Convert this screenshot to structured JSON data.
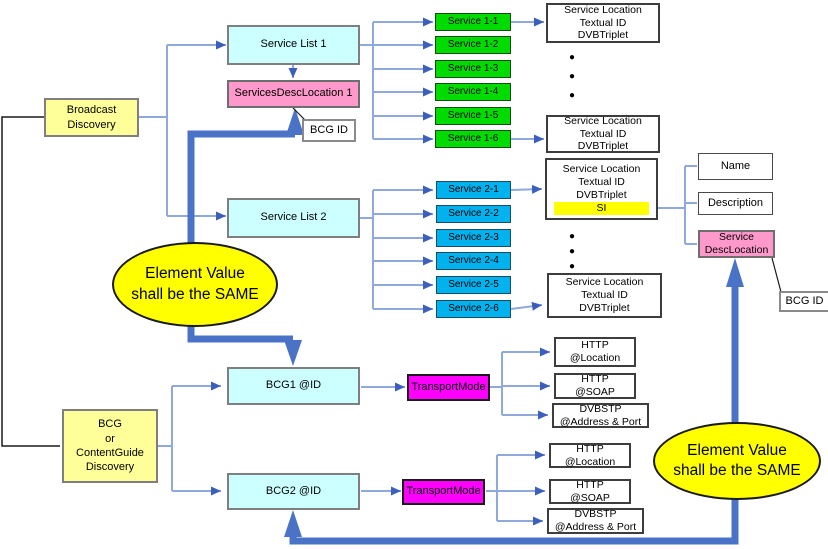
{
  "colors": {
    "cyan": "#CCFFFF",
    "yellow": "#FFFF99",
    "pink": "#FF99CC",
    "green": "#00DC00",
    "blue": "#00B2EE",
    "magenta": "#FF00FF",
    "highlight": "#FFFF00",
    "thin_line": "#8FA9DC",
    "thick_line": "#4A73C8"
  },
  "discovery": {
    "broadcast": "Broadcast\nDiscovery",
    "bcg": "BCG\nor\nContentGuide\nDiscovery"
  },
  "lists": {
    "service_list1": "Service List 1",
    "services_desc_location1": "ServicesDescLocation 1",
    "bcg_id1": "BCG ID",
    "service_list2": "Service List 2"
  },
  "services1": [
    "Service 1-1",
    "Service 1-2",
    "Service 1-3",
    "Service 1-4",
    "Service 1-5",
    "Service 1-6"
  ],
  "services2": [
    "Service 2-1",
    "Service 2-2",
    "Service 2-3",
    "Service 2-4",
    "Service 2-5",
    "Service 2-6"
  ],
  "locations": {
    "top": "Service Location\nTextual ID\nDVBTriplet",
    "mid": "Service Location\nTextual ID\nDVBTriplet",
    "si_lines": "Service Location\nTextual ID\nDVBTriplet",
    "si": "SI",
    "bottom": "Service Location\nTextual ID\nDVBTriplet"
  },
  "attributes": {
    "name": "Name",
    "description": "Description",
    "service_desc_location": "Service\nDescLocation",
    "bcg_id2": "BCG ID"
  },
  "bcg": {
    "bcg1": "BCG1 @ID",
    "bcg2": "BCG2 @ID",
    "transport_mode1": "TransportMode",
    "transport_mode2": "TransportMode",
    "targets1": [
      "HTTP\n@Location",
      "HTTP\n@SOAP",
      "DVBSTP\n@Address & Port"
    ],
    "targets2": [
      "HTTP\n@Location",
      "HTTP\n@SOAP",
      "DVBSTP\n@Address & Port"
    ]
  },
  "notes": {
    "same1": "Element Value\nshall be the SAME",
    "same2": "Element Value\nshall be the SAME"
  },
  "glyphs": {
    "dot": "●"
  }
}
